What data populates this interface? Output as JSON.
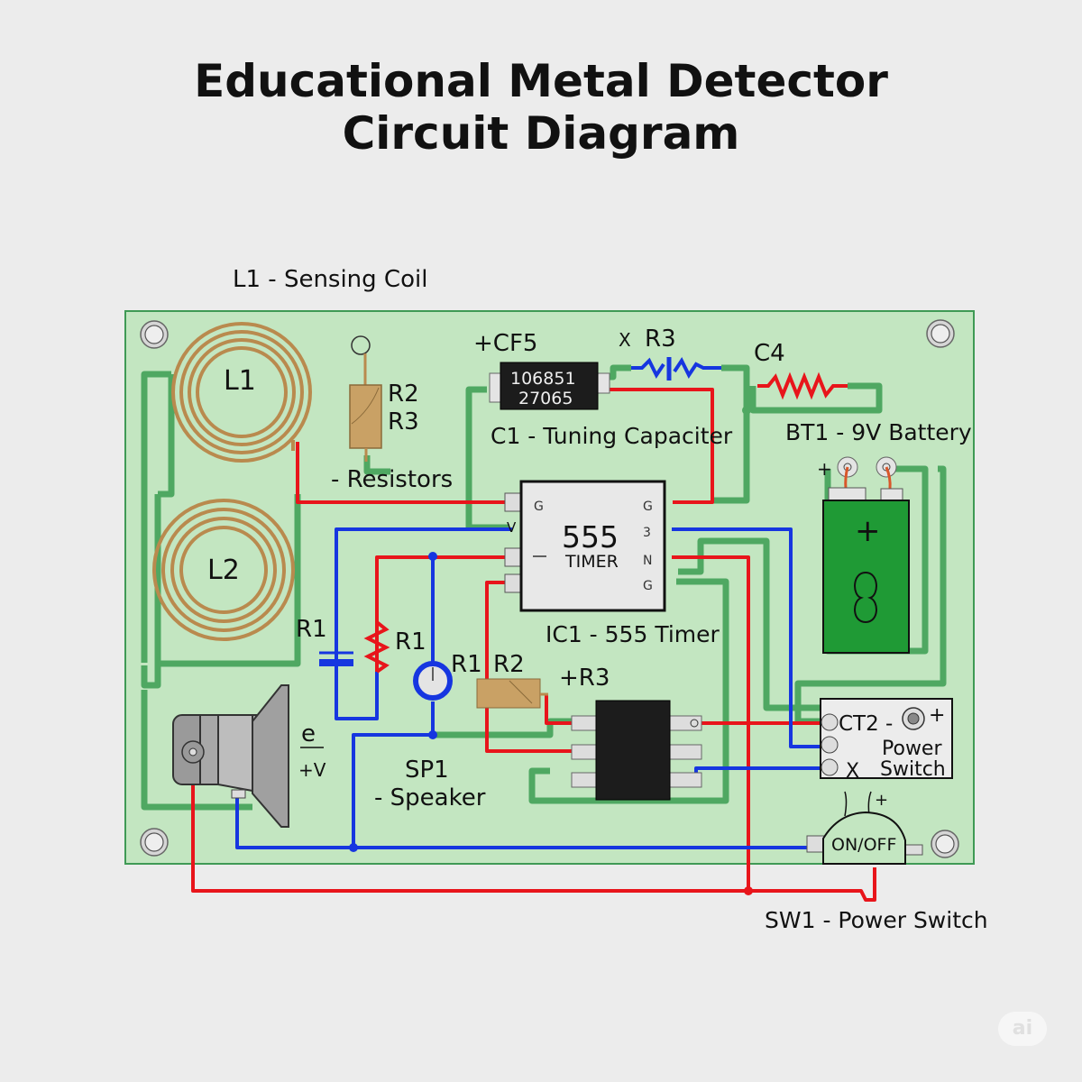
{
  "title": {
    "line1": "Educational Metal Detector",
    "line2": "Circuit Diagram"
  },
  "colors": {
    "background": "#ececec",
    "pcb": "#c3e6c1",
    "pcb_border": "#3f9a55",
    "trace_green": "#4fa862",
    "wire_red": "#e8151b",
    "wire_blue": "#1636e0",
    "copper": "#b98a4e",
    "battery": "#1f9a35",
    "ic_body": "#1c1c1c",
    "ic_light": "#e8e8e8"
  },
  "labels": {
    "sensing_coil": "L1 - Sensing Coil",
    "coil_l1": "L1",
    "coil_l2": "L2",
    "resistor_r2": "R2",
    "resistor_r3": "R3",
    "resistors": "- Resistors",
    "cf5": "+CF5",
    "r3_top": "R3",
    "r3_top_prefix": "X",
    "c4": "C4",
    "cap_code_line1": "106851",
    "cap_code_line2": "27065",
    "tuning_capacitor": "C1 - Tuning Capaciter",
    "battery_label": "BT1 - 9V Battery",
    "battery_plus_terminal": "+",
    "battery_plus": "+",
    "timer_number": "555",
    "timer_word": "TIMER",
    "timer_label": "IC1 - 555 Timer",
    "timer_pin_v": "V",
    "r1_cap": "R1",
    "r1_res": "R1",
    "r1_pot": "R1",
    "r2_mid": "R2",
    "r3_mid": "+R3",
    "speaker_symbol_top": "e",
    "speaker_symbol_bottom": "+V",
    "sp1": "SP1",
    "speaker": "- Speaker",
    "ct2": "CT2 -",
    "ct2_plus": "+",
    "power": "Power",
    "switch": "Switch",
    "switch_x": "X",
    "onoff": "ON/OFF",
    "onoff_plus": "+",
    "sw1": "SW1 - Power Switch"
  },
  "watermark": "ai"
}
